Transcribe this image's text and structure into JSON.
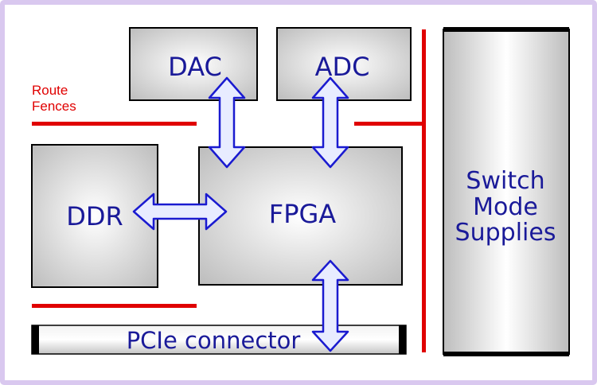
{
  "labels": {
    "route_fences_line1": "Route",
    "route_fences_line2": "Fences",
    "dac": "DAC",
    "adc": "ADC",
    "ddr": "DDR",
    "fpga": "FPGA",
    "switch_line1": "Switch",
    "switch_line2": "Mode",
    "switch_line3": "Supplies",
    "pcie": "PCIe connector"
  },
  "colors": {
    "frame_border": "#d9c8ef",
    "block_fill_center": "#ffffff",
    "block_fill_edge": "#bcbcbc",
    "block_stroke": "#000000",
    "text": "#1a1a99",
    "fence": "#e00000",
    "arrow_fill": "#e8ecff",
    "arrow_stroke": "#1a1ad0"
  }
}
